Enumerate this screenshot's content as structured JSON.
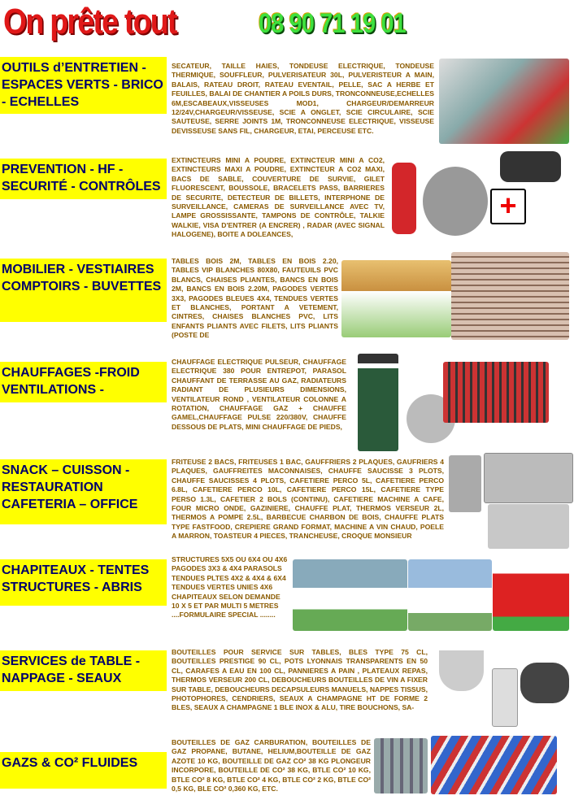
{
  "header": {
    "title": "On prête tout",
    "phone": "08 90 71 19 01"
  },
  "sections": [
    {
      "label": "OUTILS d’ENTRETIEN - ESPACES  VERTS - BRICO - ECHELLES",
      "text": "SECATEUR, TAILLE HAIES, TONDEUSE ELECTRIQUE, TONDEUSE THERMIQUE, SOUFFLEUR, PULVERISATEUR 30L, PULVERISTEUR A MAIN, BALAIS, RATEAU DROIT, RATEAU EVENTAIL, PELLE, SAC A HERBE ET FEUILLES, BALAI DE CHANTIER A POILS DURS, TRONCONNEUSE,ECHELLES 6M,ESCABEAUX,VISSEUSES MOD1, CHARGEUR/DEMARREUR 12/24V,CHARGEUR/VISSEUSE, SCIE A ONGLET, SCIE CIRCULAIRE, SCIE SAUTEUSE, SERRE JOINTS 1M, TRONCONNEUSE ELECTRIQUE, VISSEUSE DEVISSEUSE SANS FIL, CHARGEUR, ETAI, PERCEUSE etc."
    },
    {
      "label": "PREVENTION  -  HF - SECURITÉ - CONTRÔLES",
      "text": "EXTINCTEURS MINI A POUDRE, EXTINCTEUR MINI A CO2, EXTINCTEURS MAXI A POUDRE, EXTINCTEUR A CO2 MAXI, BACS DE SABLE, COUVERTURE DE SURVIE, GILET FLUORESCENT, BOUSSOLE, BRACELETS PASS, BARRIERES DE SECURITE, DETECTEUR DE BILLETS, INTERPHONE DE SURVEILLANCE, CAMERAS DE SURVEILLANCE AVEC TV, LAMPE GROSSISSANTE, TAMPONS DE CONTRÔLE, TALKIE WALKIE, VISA D'ENTRER (A ENCRER) , RADAR (AVEC SIGNAL HALOGENE), BOITE A DOLEANCES,"
    },
    {
      "label": "MOBILIER - VESTIAIRES COMPTOIRS - BUVETTES",
      "text": "TABLES BOIS 2M, TABLES EN BOIS 2.20, TABLES VIP BLANCHES 80X80, FAUTEUILS PVC BLANCS, CHAISES PLIANTES, BANCS EN BOIS 2M, BANCS EN BOIS 2.20m, PAGODES VERTES 3X3, PAGODES BLEUES 4X4, TENDUES VERTES ET BLANCHES, PORTANT A VETEMENT, CINTRES, CHAISES BLANCHES PVC, LITS ENFANTS PLIANTS AVEC FILETS, LITS PLIANTS (POSTE DE"
    },
    {
      "label": "CHAUFFAGES -FROID VENTILATIONS -",
      "text": "CHAUFFAGE ELECTRIQUE PULSEUR, CHAUFFAGE ELECTRIQUE 380 POUR ENTREPOT, PARASOL CHAUFFANT DE TERRASSE AU GAZ, RADIATEURS RADIANT DE PLUSIEURS DIMENSIONS, VENTILATEUR ROND , VENTILATEUR COLONNE A ROTATION, CHAUFFAGE GAZ + CHAUFFE GAMEL,CHAUFFAGE PULSE 220/380V, CHAUFFE DESSOUS DE PLATS, MINI CHAUFFAGE DE PIEDS,"
    },
    {
      "label": "SNACK – CUISSON - RESTAURATION CAFETERIA – OFFICE",
      "text": "FRITEUSE 2 BACS, FRITEUSES 1 BAC, GAUFFRIERS 2 PLAQUES, GAUFRIERS 4 PLAQUES, GAUFFREITES MACONNAISES, CHAUFFE SAUCISSE 3 PLOTS, CHAUFFE SAUCISSES 4 PLOTS, CAFETIERE PERCO 5L, CAFETIERE PERCO 6.8L, CAFETIERE PERCO 10L, CAFETIERE PERCO 15L, CAFETIERE TYPE PERSO 1.3L, CAFETIER 2 BOLS (CONTINU), CAFETIERE MACHINE A CAFE, FOUR MICRO ONDE, GAZINIERE, CHAUFFE PLAT, THERMOS VERSEUR 2L, THERMOS A POMPE 2.5L, BARBECUE CHARBON DE BOIS, CHAUFFE PLATS TYPE FASTFOOD, CREPIERE GRAND FORMAT, MACHINE A VIN CHAUD, POELE A MARRON, TOASTEUR 4 PIECES, TRANCHEUSE, CROQUE MONSIEUR"
    },
    {
      "label": "CHAPITEAUX - TENTES STRUCTURES - ABRIS",
      "text": "STRUCTURES 5X5 OU 6X4 OU 4X6 PAGODES 3X3 & 4X4 PARASOLS TENDUES PLTES 4X2 & 4X4 & 6X4 TENDUES VERTES UNIES 4X6 CHAPITEAUX SELON DEMANDE 10 X 5 et PAR MULTI 5 METRES ....FORMULAIRE SPECIAL ........"
    },
    {
      "label": "SERVICES de TABLE - NAPPAGE - SEAUX",
      "text": "BOUTEILLES POUR SERVICE SUR TABLES, BLES TYPE 75 CL, BOUTEILLES PRESTIGE 90 CL, POTS LYONNAIS TRANSPARENTS EN 50 CL, CARAFES A EAU EN 100 CL, PANNIERES A PAIN , PLATEAUX REPAS, THERMOS VERSEUR 200 CL, DEBOUCHEURS BOUTEILLES DE VIN A FIXER SUR TABLE, DEBOUCHEURS DECAPSULEURS MANUELS, NAPPES TISSUS, PHOTOPHORES, CENDRIERS, SEAUX A CHAMPAGNE HT DE FORME 2 BLES, SEAUX A CHAMPAGNE 1 BLE INOX & ALU, TIRE BOUCHONS, SA-"
    },
    {
      "label": "GAZS & CO² FLUIDES",
      "text": "BOUTEILLES DE GAZ CARBURATION, BOUTEILLES DE GAZ PROPANE, BUTANE, HELIUM,BOUTEILLE DE GAZ AZOTE 10 KG, BOUTEILLE DE GAZ CO² 38 KG PLONGEUR INCORPORE, BOUTEILLE DE CO² 38 KG, BTLE CO² 10 KG, BTLE CO² 8 KG, BTLE CO² 4 KG, BTLE CO² 2 KG, BTLE CO² 0,5 KG, BLE CO² 0,360 KG, etc."
    }
  ]
}
